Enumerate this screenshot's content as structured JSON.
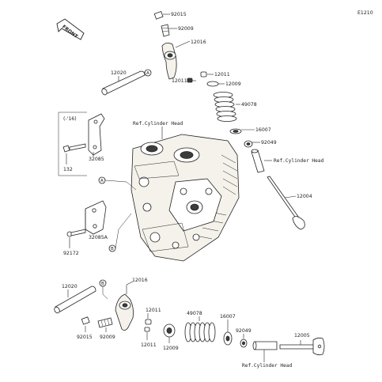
{
  "diagram_code": "E1210",
  "front_label": "FRONT",
  "labels": {
    "p92015_top": "92015",
    "p92009_top": "92009",
    "p12016_top": "12016",
    "p12011_a": "12011",
    "p12011_b": "12011",
    "p12009_top": "12009",
    "p12020_top": "12020",
    "p49078_top": "49078",
    "p16007_top": "16007",
    "p92049_top": "92049",
    "ref_head_1": "Ref.Cylinder Head",
    "ref_head_2": "Ref.Cylinder Head",
    "ref_head_3": "Ref.Cylinder Head",
    "p12004": "12004",
    "year_range": "(-'16)",
    "p32085": "32085",
    "p132": "132",
    "p32085A": "32085A",
    "p92172": "92172",
    "p12020_bot": "12020",
    "p12016_bot": "12016",
    "p92015_bot": "92015",
    "p92009_bot": "92009",
    "p12011_c": "12011",
    "p12011_d": "12011",
    "p12009_bot": "12009",
    "p49078_bot": "49078",
    "p16007_bot": "16007",
    "p92049_bot": "92049",
    "p12005": "12005"
  },
  "callouts": {
    "a1": "A",
    "a2": "A",
    "b1": "B",
    "b2": "B"
  }
}
